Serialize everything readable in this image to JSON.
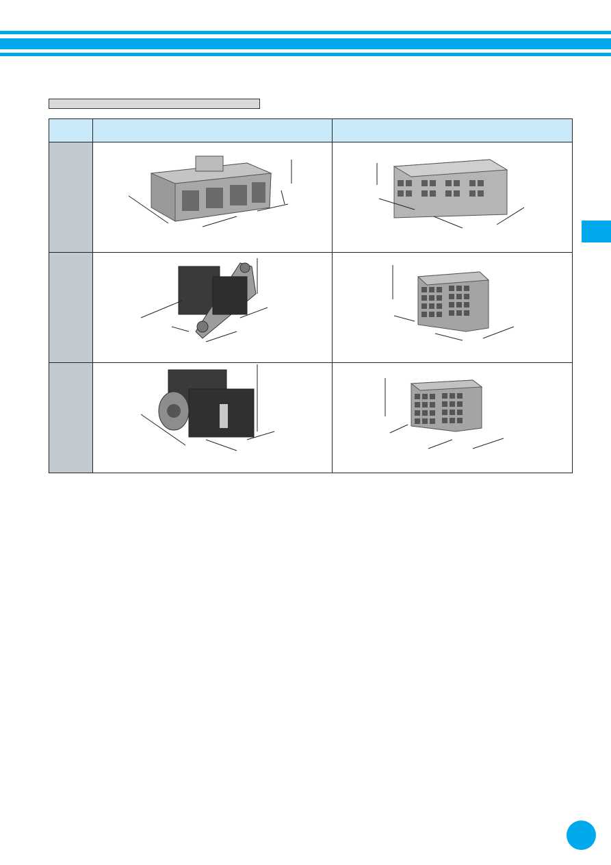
{
  "section": {
    "label": ""
  },
  "table": {
    "headers": [
      "",
      "",
      ""
    ],
    "rows": [
      {
        "label": "",
        "left_image": "connector-housing-male-rectangular",
        "right_image": "connector-housing-female-multi-cavity"
      },
      {
        "label": "",
        "left_image": "connector-flange-mount-male",
        "right_image": "connector-block-female-multi-cavity"
      },
      {
        "label": "",
        "left_image": "connector-flange-mount-male-large",
        "right_image": "connector-block-female-multi-cavity-large"
      }
    ]
  },
  "page": {
    "number": ""
  },
  "colors": {
    "accent": "#00a9ec",
    "header_bg": "#c9e9f8",
    "rowlabel_bg": "#c0cad0"
  }
}
